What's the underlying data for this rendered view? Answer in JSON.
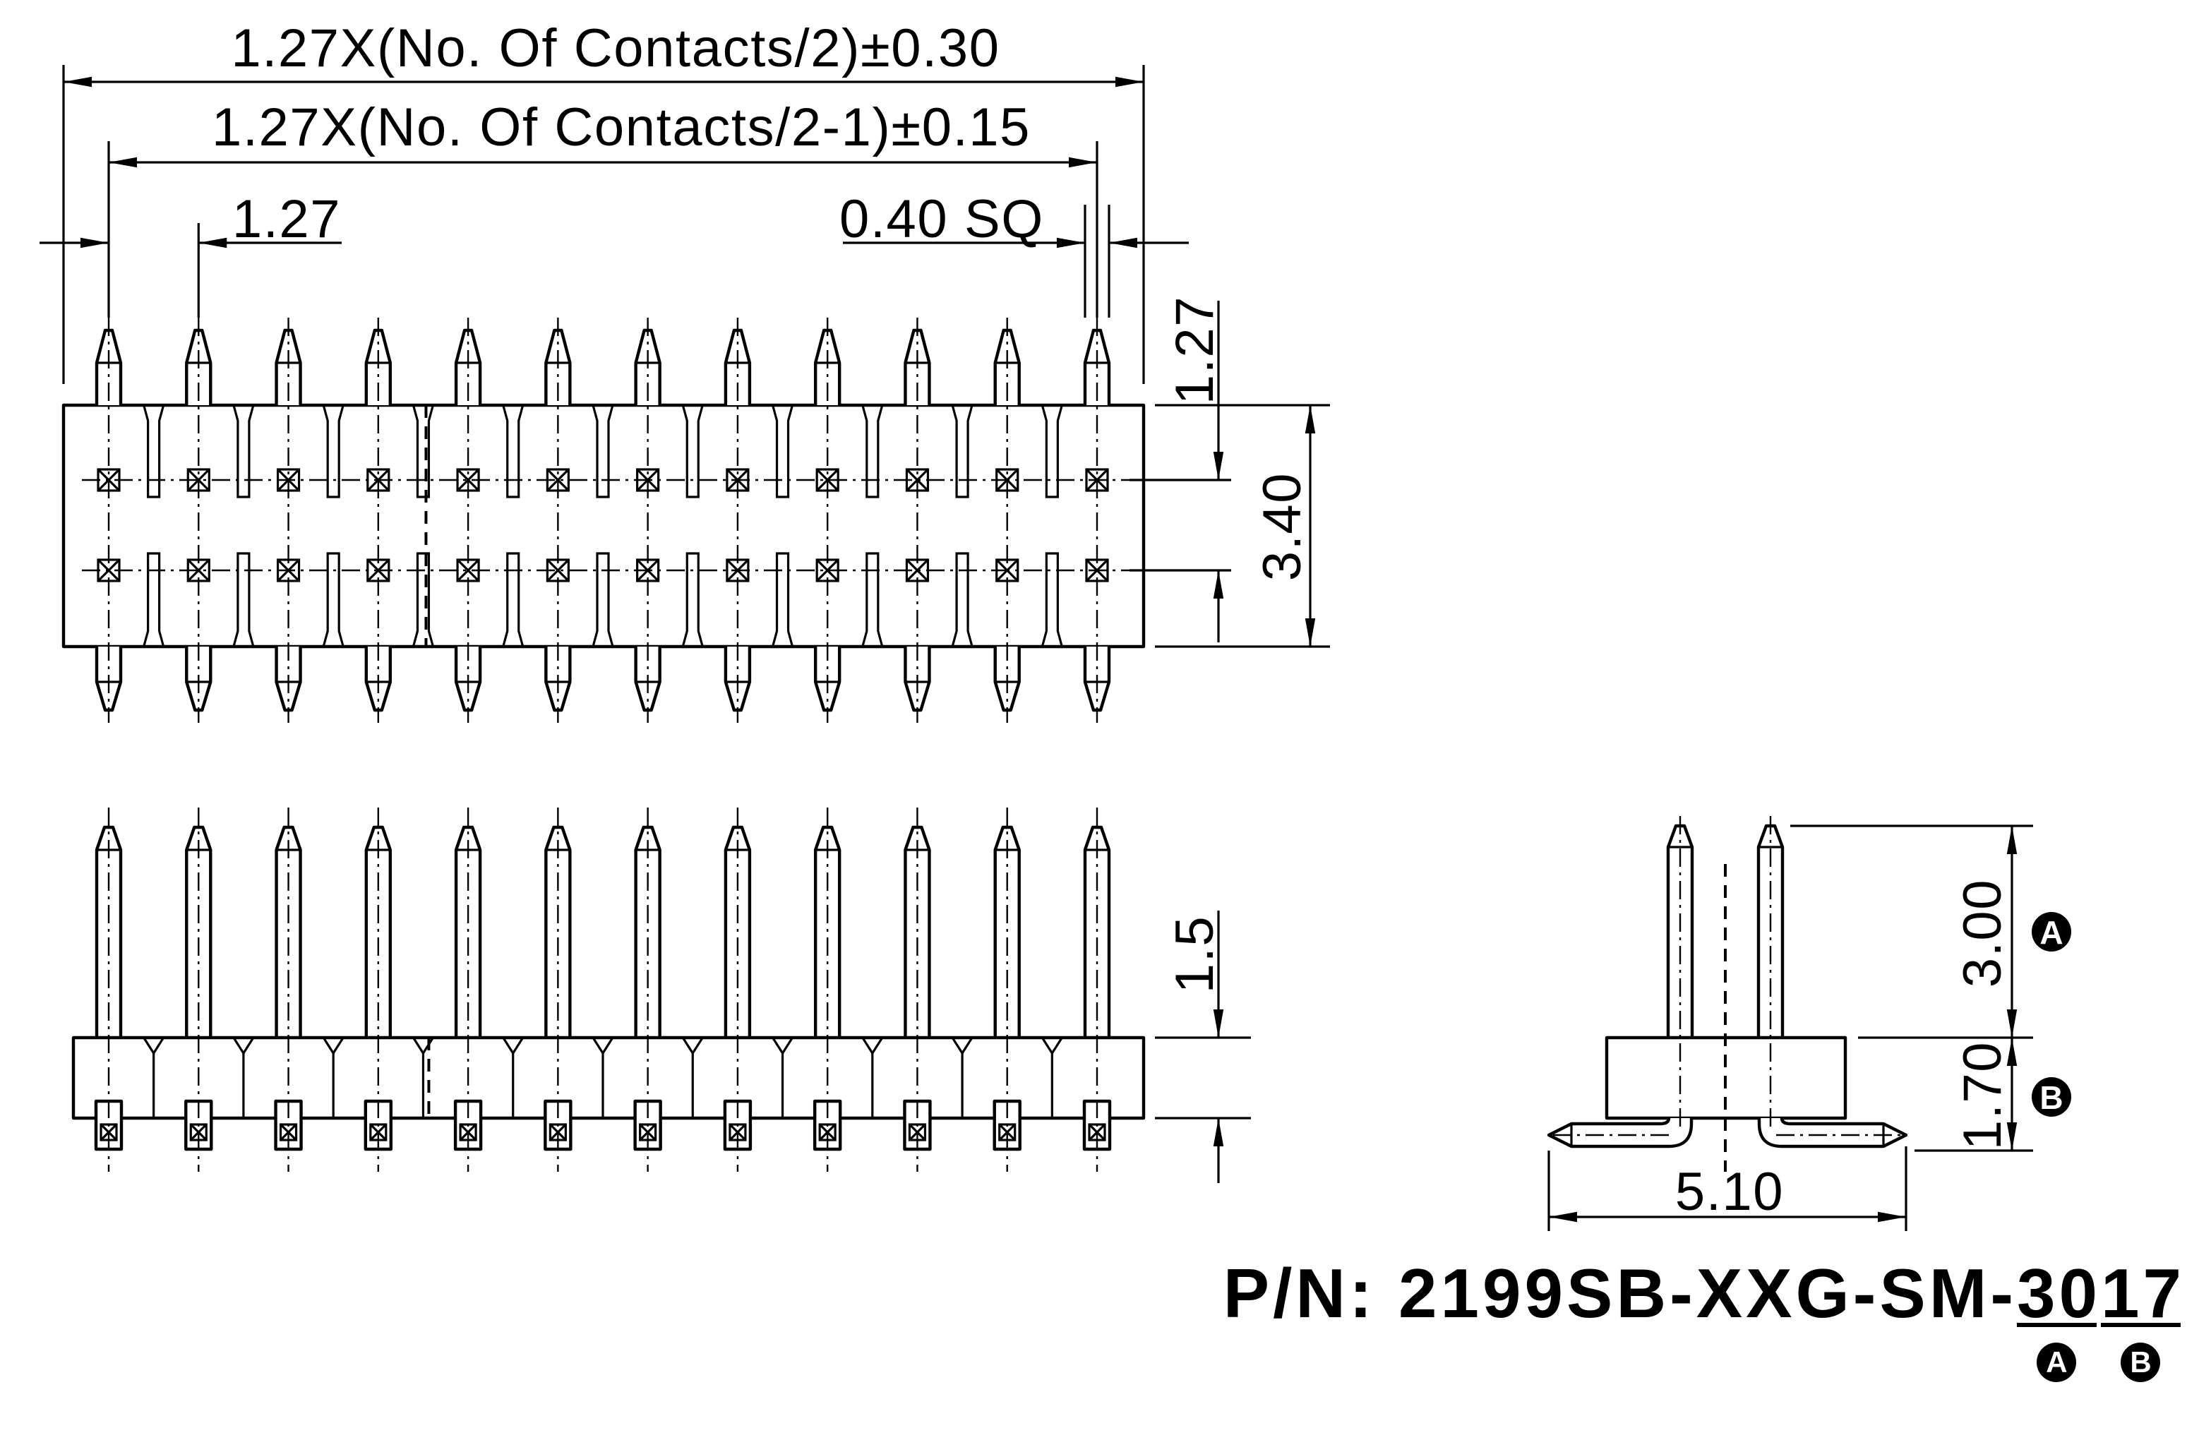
{
  "top_view": {
    "overall_length": "1.27X(No. Of Contacts/2)±0.30",
    "pin_span": "1.27X(No. Of Contacts/2-1)±0.15",
    "pin_pitch": "1.27",
    "pin_size": "0.40 SQ",
    "row_pitch": "1.27",
    "body_width": "3.40"
  },
  "side_view": {
    "body_height": "1.5"
  },
  "end_view": {
    "pin_length": "3.00",
    "pin_length_marker": "A",
    "tail_height": "1.70",
    "tail_height_marker": "B",
    "tail_span": "5.10"
  },
  "part_number": {
    "prefix": "P/N: 2199SB-XXG-SM-",
    "code_a": "30",
    "code_a_marker": "A",
    "code_b": "17",
    "code_b_marker": "B"
  },
  "colors": {
    "ink": "#000000",
    "paper": "#ffffff"
  }
}
